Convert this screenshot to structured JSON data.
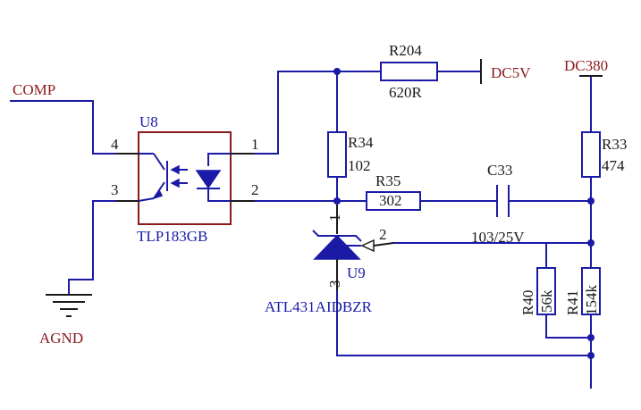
{
  "nets": {
    "comp": "COMP",
    "agnd": "AGND",
    "dc5v": "DC5V",
    "dc380": "DC380"
  },
  "u8": {
    "ref": "U8",
    "part": "TLP183GB",
    "pins": {
      "p4": "4",
      "p3": "3",
      "p1": "1",
      "p2": "2"
    }
  },
  "u9": {
    "ref": "U9",
    "part": "ATL431AIDBZR",
    "pins": {
      "p1": "1",
      "p2": "2",
      "p3": "3"
    }
  },
  "resistors": {
    "r204": {
      "ref": "R204",
      "value": "620R"
    },
    "r34": {
      "ref": "R34",
      "value": "102"
    },
    "r35": {
      "ref": "R35",
      "value": "302"
    },
    "r33": {
      "ref": "R33",
      "value": "474"
    },
    "r40": {
      "ref": "R40",
      "value": "56k"
    },
    "r41": {
      "ref": "R41",
      "value": "154k"
    }
  },
  "capacitors": {
    "c33": {
      "ref": "C33",
      "value": "103/25V"
    }
  },
  "colors": {
    "wire": "#1a1aa6",
    "ref_label": "#8b1a1a",
    "pin": "#1a1a1a"
  }
}
